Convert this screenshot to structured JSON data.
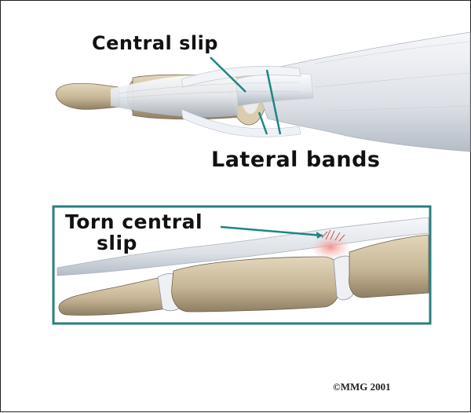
{
  "labels": {
    "central_slip": "Central slip",
    "lateral_bands": "Lateral bands",
    "torn_line1": "Torn central",
    "torn_line2": "slip"
  },
  "copyright": "©MMG 2001",
  "colors": {
    "pointer": "#1f8582",
    "frame": "#2a7f7c",
    "bone": "#c9b99a",
    "tendon": "#e4e8ee",
    "tear": "#e8908e"
  }
}
